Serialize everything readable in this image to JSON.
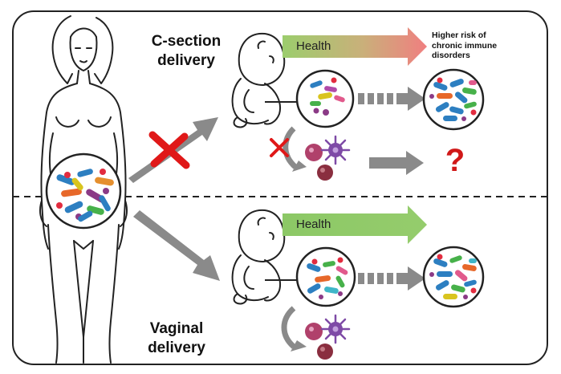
{
  "labels": {
    "csection_line1": "C-section",
    "csection_line2": "delivery",
    "vaginal_line1": "Vaginal",
    "vaginal_line2": "delivery",
    "health_top": "Health",
    "health_bottom": "Health",
    "risk_line1": "Higher risk of",
    "risk_line2": "chronic immune",
    "risk_line3": "disorders",
    "unknown_outcome": "?"
  },
  "colors": {
    "arrow_gray": "#8a8a8a",
    "health_gradient_start": "#9ccd6d",
    "health_gradient_end": "#f08a8a",
    "health_green": "#8cc866",
    "cross_red": "#e01818",
    "question_red": "#d01818"
  }
}
